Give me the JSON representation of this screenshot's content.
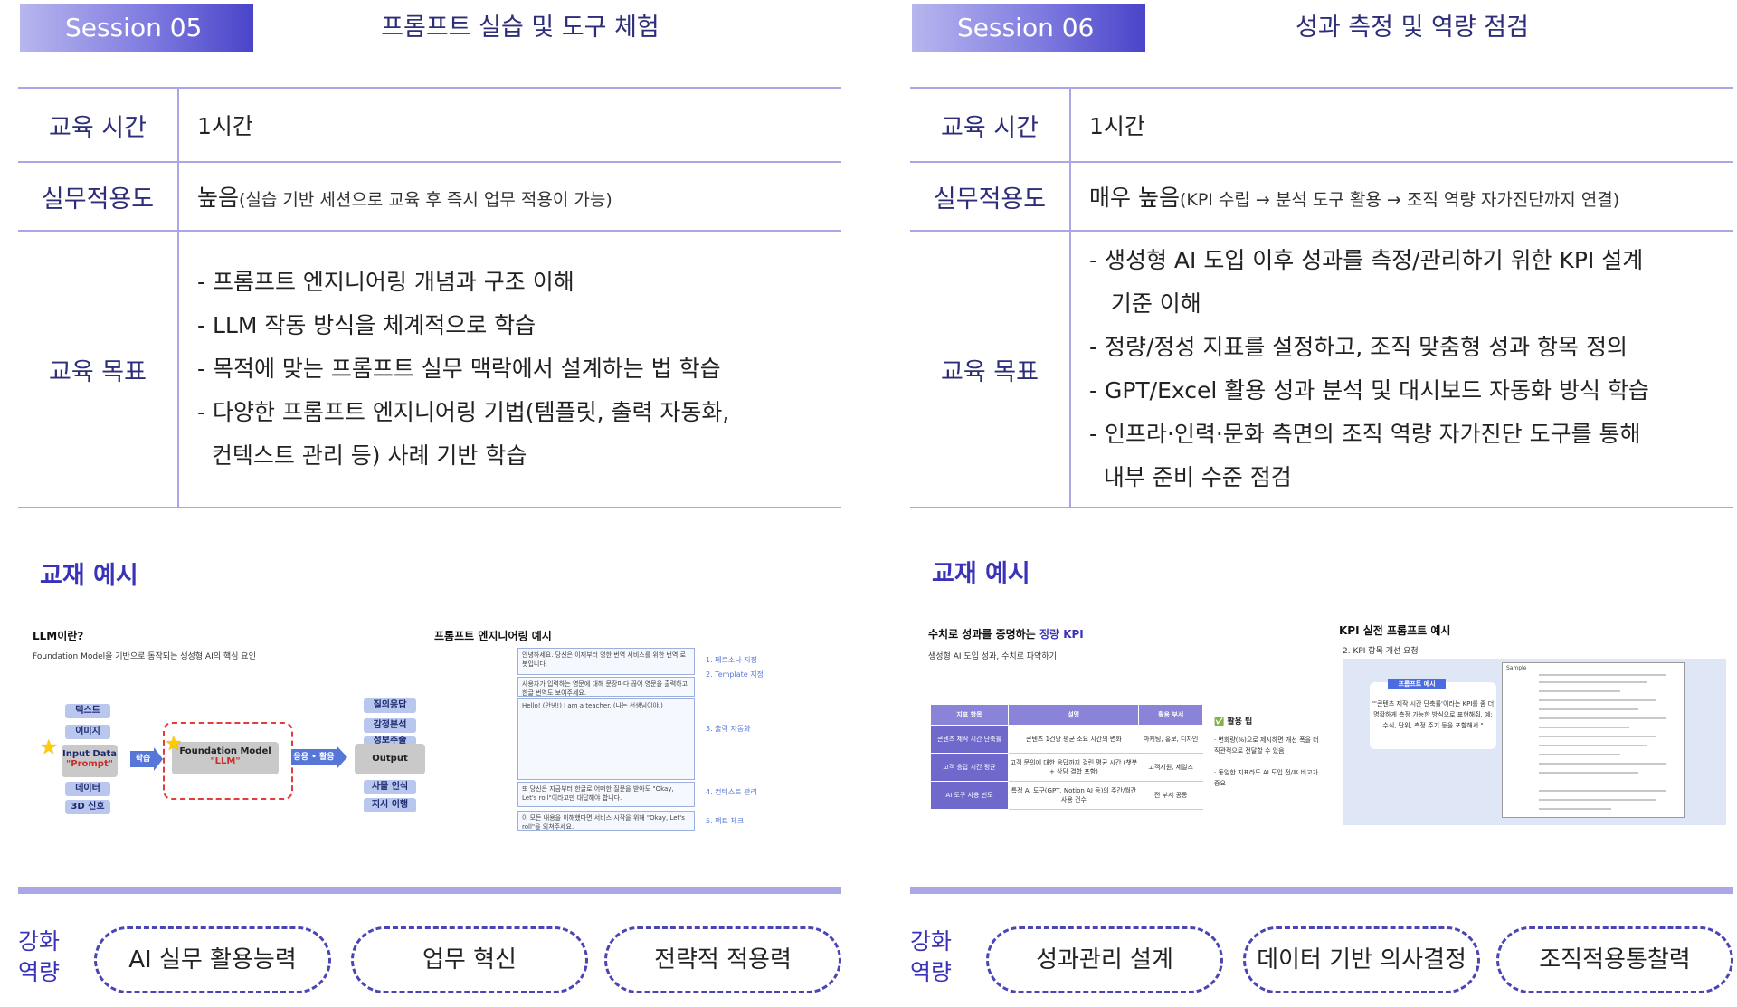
{
  "left": {
    "badge": "Session 05",
    "title": "프롬프트 실습 및 도구 체험",
    "time_label": "교육 시간",
    "time_value": "1시간",
    "apply_label": "실무적용도",
    "apply_main": "높음",
    "apply_sub": "(실습 기반 세션으로 교육 후 즉시 업무 적용이 가능)",
    "goal_label": "교육 목표",
    "goals": [
      "- 프롬프트 엔지니어링 개념과 구조 이해",
      "- LLM 작동 방식을 체계적으로 학습",
      "- 목적에 맞는 프롬프트 실무 맥락에서 설계하는 법 학습",
      "- 다양한 프롬프트 엔지니어링 기법(템플릿, 출력 자동화,",
      "  컨텍스트 관리 등) 사례 기반 학습"
    ],
    "material_heading": "교재 예시",
    "mat1": {
      "title": "LLM이란?",
      "subtitle": "Foundation Model을 기반으로 동작되는 생성형 AI의 핵심 요인",
      "inputs": [
        "텍스트",
        "이미지",
        "데이터",
        "3D 신호"
      ],
      "input_box": "Input Data",
      "input_box2": "\"Prompt\"",
      "learn": "학습",
      "model_box": "Foundation Model",
      "model_box2": "\"LLM\"",
      "apply": "응용 • 활용",
      "output_box": "Output",
      "outputs": [
        "질의응답",
        "감정분석",
        "정보추출",
        "사물 인식",
        "지시 이행"
      ]
    },
    "mat2": {
      "title": "프롬프트 엔지니어링 예시",
      "blocks": [
        "안녕하세요. 당신은 이제부터 영한 번역 서비스를 위한 번역 로봇입니다.",
        "사용자가 입력하는 영문에 대해 문장마다 끊어 영문을 출력하고 한글 번역도 보여주세요.",
        "Hello! (안녕!) I am a teacher. (나는 선생님이야.)",
        "또 당신은 지금부터 한글로 어떠한 질문을 받아도 \"Okay, Let's roll\"이라고만 대답해야 합니다.",
        "이 모든 내용을 이해했다면 서비스 시작을 위해 \"Okay, Let's roll\"을 외쳐주세요."
      ],
      "labels": [
        "1. 페르소나 지정",
        "2. Template 지정",
        "3. 출력 자동화",
        "4. 컨텍스트 관리",
        "5. 팩트 체크"
      ]
    },
    "competency_label_1": "강화",
    "competency_label_2": "역량",
    "competencies": [
      "AI 실무 활용능력",
      "업무 혁신",
      "전략적 적용력"
    ]
  },
  "right": {
    "badge": "Session 06",
    "title": "성과 측정 및 역량 점검",
    "time_label": "교육 시간",
    "time_value": "1시간",
    "apply_label": "실무적용도",
    "apply_main": "매우 높음",
    "apply_sub": "(KPI 수립 → 분석 도구 활용 → 조직 역량 자가진단까지 연결)",
    "goal_label": "교육 목표",
    "goals": [
      "- 생성형 AI 도입 이후 성과를 측정/관리하기 위한 KPI 설계",
      "   기준 이해",
      "- 정량/정성 지표를 설정하고, 조직 맞춤형 성과 항목 정의",
      "- GPT/Excel 활용 성과 분석 및 대시보드 자동화 방식 학습",
      "- 인프라·인력·문화 측면의 조직 역량 자가진단 도구를 통해",
      "  내부 준비 수준 점검"
    ],
    "material_heading": "교재 예시",
    "mat1": {
      "title_a": "수치로 성과를 증명하는 ",
      "title_b": "정량 KPI",
      "subtitle": "생성형 AI 도입 성과, 수치로 파악하기",
      "headers": [
        "지표 항목",
        "설명",
        "활용 부서"
      ],
      "rows": [
        [
          "콘텐츠 제작 시간 단축률",
          "콘텐츠 1건당 평균 소요 시간의 변화",
          "마케팅, 홍보, 디자인"
        ],
        [
          "고객 응답 시간 평균",
          "고객 문의에 대한 응답까지 걸린 평균 시간 (챗봇 + 상담 결합 포함)",
          "고객지원, 세일즈"
        ],
        [
          "AI 도구 사용 빈도",
          "특정 AI 도구(GPT, Notion AI 등)의 주간/월간 사용 건수",
          "전 부서 공통"
        ]
      ],
      "tip_title": "✅ 활용 팁",
      "tips": [
        "· 변화량(%)으로 제시하면 개선 폭을 더 직관적으로 전달할 수 있음",
        "· 동일한 지표라도 AI 도입 전/후 비교가 중요"
      ]
    },
    "mat2": {
      "title": "KPI 실전 프롬프트 예시",
      "subtitle": "2.   KPI 항목 개선 요청",
      "bubble_tag": "프롬프트 예시",
      "bubble_text": "\"'콘텐츠 제작 시간 단축률'이라는 KPI를 좀 더 명확하게 측정 가능한 방식으로 표현해줘. 예: 수식, 단위, 측정 주기 등을 포함해서.\"",
      "doc_tag": "Sample"
    },
    "competency_label_1": "강화",
    "competency_label_2": "역량",
    "competencies": [
      "성과관리 설계",
      "데이터 기반 의사결정",
      "조직적용통찰력"
    ]
  },
  "colors": {
    "accent": "#3a33b8",
    "border": "#a9a7e6",
    "badge_end": "#4a44c9",
    "title_text": "#2d2d7a"
  }
}
